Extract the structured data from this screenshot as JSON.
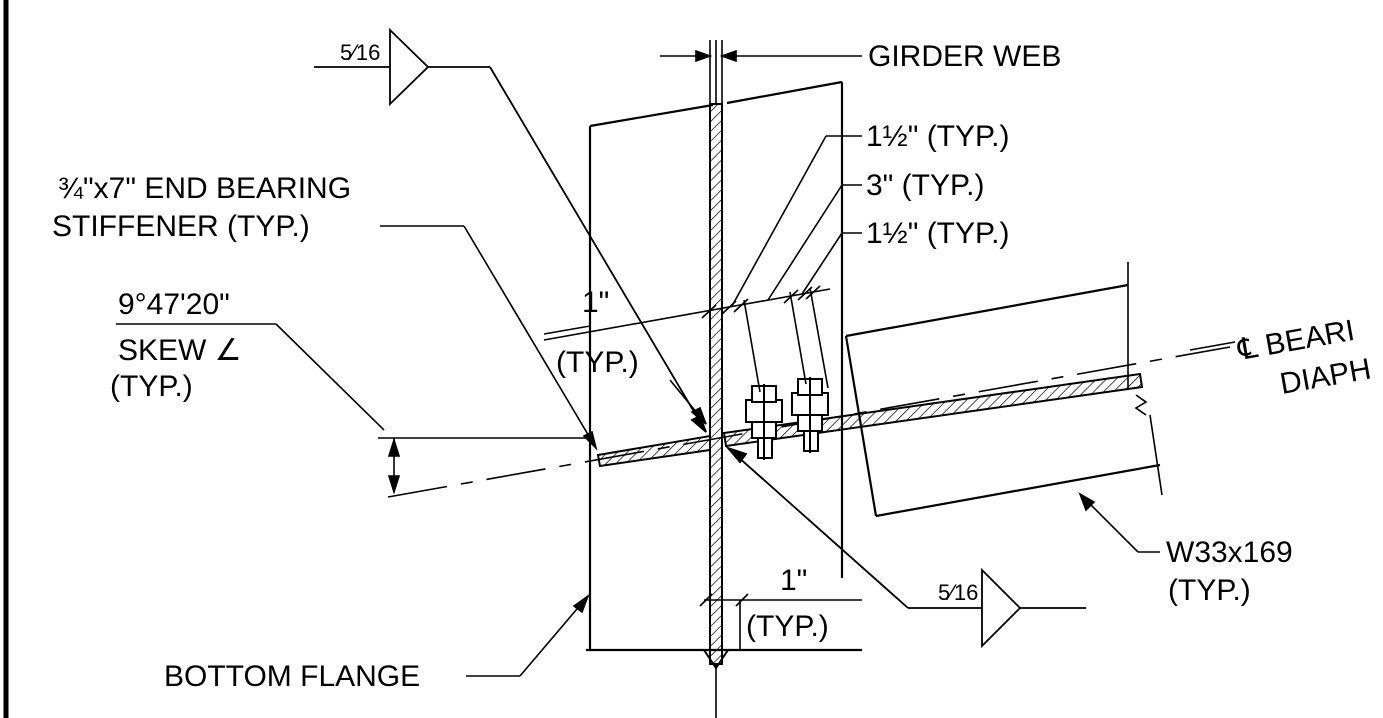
{
  "labels": {
    "girder_web": "GIRDER WEB",
    "half_typ_1": "1½\" (TYP.)",
    "three_typ": "3\" (TYP.)",
    "half_typ_2": "1½\" (TYP.)",
    "stiffener_line1": "¾\"x7\" END BEARING",
    "stiffener_line2": "STIFFENER (TYP.)",
    "skew_line1": "9°47'20\"",
    "skew_line2": "SKEW ∠",
    "skew_line3": "(TYP.)",
    "one_inch_top": "1\"",
    "typ_top": "(TYP.)",
    "bearing_line1": "℄ BEARI",
    "bearing_line2": "DIAPH",
    "w_section": "W33x169",
    "w_typ": "(TYP.)",
    "one_inch_bottom": "1\"",
    "typ_bottom": "(TYP.)",
    "bottom_flange": "BOTTOM FLANGE",
    "weld_top": "5⁄16",
    "weld_bottom": "5⁄16"
  }
}
